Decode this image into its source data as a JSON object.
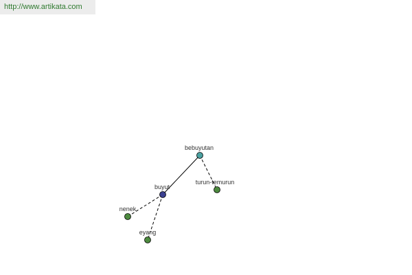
{
  "watermark": {
    "text": "http://www.artikata.com",
    "color": "#2f7a2f"
  },
  "diagram": {
    "label_color": "#333333",
    "nodes": [
      {
        "id": "bebuyutan",
        "label": "bebuyutan",
        "color": "#4aa0a0"
      },
      {
        "id": "buyut",
        "label": "buyut",
        "color": "#3a3f8f"
      },
      {
        "id": "turun-temurun",
        "label": "turun-temurun",
        "color": "#4d8a3f"
      },
      {
        "id": "nenek",
        "label": "nenek",
        "color": "#4d8a3f"
      },
      {
        "id": "eyang",
        "label": "eyang",
        "color": "#4d8a3f"
      }
    ],
    "edges": [
      {
        "from": "bebuyutan",
        "to": "buyut",
        "style": "solid"
      },
      {
        "from": "bebuyutan",
        "to": "turun-temurun",
        "style": "dashed"
      },
      {
        "from": "buyut",
        "to": "nenek",
        "style": "dashed"
      },
      {
        "from": "buyut",
        "to": "eyang",
        "style": "dashed"
      }
    ]
  }
}
